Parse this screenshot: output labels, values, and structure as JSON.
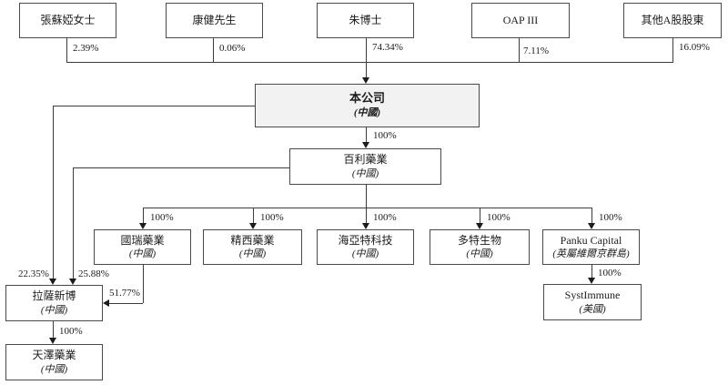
{
  "diagram_type": "shareholding-structure",
  "colors": {
    "background": "#ffffff",
    "line": "#3d3d3d",
    "box_border": "#4a4a4a",
    "company_fill": "#f2f2f2",
    "text": "#1c1c1c"
  },
  "nodes": {
    "zhang_su_ya": {
      "label": "張蘇婭女士"
    },
    "kang_jian": {
      "label": "康健先生"
    },
    "zhu_boshi": {
      "label": "朱博士"
    },
    "oap_iii": {
      "label": "OAP III"
    },
    "other_a_shareholders": {
      "label": "其他A股股東"
    },
    "company": {
      "label": "本公司",
      "country": "(中國)"
    },
    "baili_pharma": {
      "label": "百利藥業",
      "country": "(中國)"
    },
    "guorui_pharma": {
      "label": "國瑞藥業",
      "country": "(中國)"
    },
    "jingxi_pharma": {
      "label": "精西藥業",
      "country": "(中國)"
    },
    "haiyate_tech": {
      "label": "海亞特科技",
      "country": "(中國)"
    },
    "duote_bio": {
      "label": "多特生物",
      "country": "(中國)"
    },
    "panku_capital": {
      "label": "Panku Capital",
      "country": "(英屬維爾京群島)"
    },
    "systimmune": {
      "label": "SystImmune",
      "country": "(美國)"
    },
    "lasa_xinbo": {
      "label": "拉薩新博",
      "country": "(中國)"
    },
    "tianze_pharma": {
      "label": "天澤藥業",
      "country": "(中國)"
    }
  },
  "edges": {
    "zhang_pct": "2.39%",
    "kang_pct": "0.06%",
    "zhu_pct": "74.34%",
    "oap_pct": "7.11%",
    "other_a_pct": "16.09%",
    "company_to_baili": "100%",
    "baili_to_guorui": "100%",
    "baili_to_jingxi": "100%",
    "baili_to_haiyate": "100%",
    "baili_to_duote": "100%",
    "baili_to_panku": "100%",
    "panku_to_systimmune": "100%",
    "company_to_lasa": "22.35%",
    "baili_to_lasa": "25.88%",
    "guorui_to_lasa": "51.77%",
    "lasa_to_tianze": "100%"
  }
}
